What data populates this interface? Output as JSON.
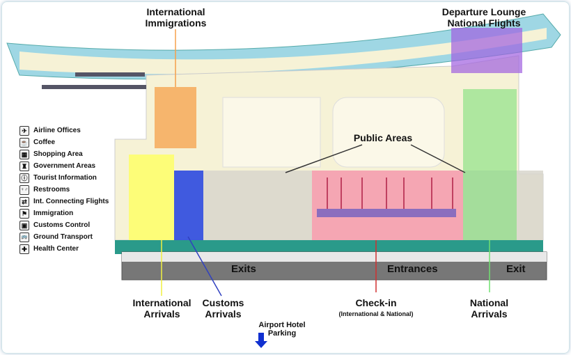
{
  "labels": {
    "international_immigrations": "International\nImmigrations",
    "departure_lounge": "Departure Lounge\nNational Flights",
    "public_areas": "Public Areas",
    "international_arrivals": "International\nArrivals",
    "customs_arrivals": "Customs\nArrivals",
    "check_in": "Check-in",
    "check_in_sub": "(International & National)",
    "national_arrivals": "National\nArrivals",
    "hotel_parking": "Airport Hotel\nParking"
  },
  "road": {
    "exits": "Exits",
    "entrances": "Entrances",
    "exit": "Exit"
  },
  "legend": [
    {
      "icon": "airline-offices-icon",
      "glyph": "✈",
      "label": "Airline Offices"
    },
    {
      "icon": "coffee-icon",
      "glyph": "☕",
      "label": "Coffee"
    },
    {
      "icon": "shopping-icon",
      "glyph": "▦",
      "label": "Shopping Area"
    },
    {
      "icon": "government-icon",
      "glyph": "♜",
      "label": "Government Areas"
    },
    {
      "icon": "tourist-info-icon",
      "glyph": "ⓘ",
      "label": "Tourist Information"
    },
    {
      "icon": "restrooms-icon",
      "glyph": "♀♂",
      "label": "Restrooms"
    },
    {
      "icon": "connecting-flights-icon",
      "glyph": "⇄",
      "label": "Int. Connecting Flights"
    },
    {
      "icon": "immigration-icon",
      "glyph": "⚑",
      "label": "Immigration"
    },
    {
      "icon": "customs-icon",
      "glyph": "▣",
      "label": "Customs Control"
    },
    {
      "icon": "ground-transport-icon",
      "glyph": "🚌",
      "label": "Ground Transport"
    },
    {
      "icon": "health-center-icon",
      "glyph": "✚",
      "label": "Health Center"
    }
  ],
  "colors": {
    "immigration": "#f5a04a",
    "departure": "#a060e0",
    "national": "#7ee07a",
    "international": "#ffff60",
    "customs": "#2040e0",
    "checkin": "#f7a0b0",
    "floor": "#f6f2d6",
    "teal": "#2a9a8a"
  }
}
